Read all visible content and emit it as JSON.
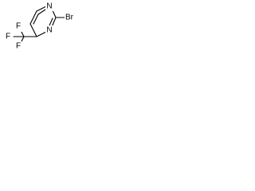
{
  "molecule": {
    "atom_labels": {
      "n_top": "N",
      "n_bottom": "N",
      "br": "Br",
      "f_top_left": "F",
      "f_top": "F",
      "f_bottom": "F"
    },
    "bond_color": "#000000",
    "label_color": "#000000"
  }
}
